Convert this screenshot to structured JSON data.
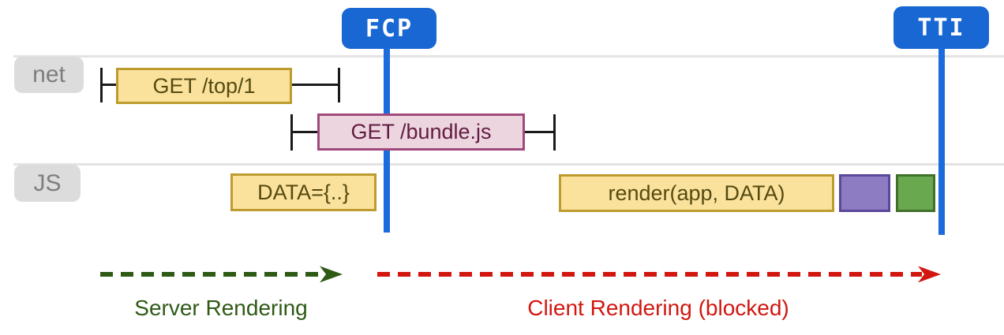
{
  "markers": {
    "fcp": {
      "label": "FCP"
    },
    "tti": {
      "label": "TTI"
    }
  },
  "tracks": {
    "net": {
      "label": "net"
    },
    "js": {
      "label": "JS"
    }
  },
  "requests": {
    "top": {
      "label": "GET /top/1"
    },
    "bundle": {
      "label": "GET /bundle.js"
    }
  },
  "tasks": {
    "data": {
      "label": "DATA={..}"
    },
    "render": {
      "label": "render(app, DATA)"
    }
  },
  "phases": {
    "server": {
      "label": "Server Rendering",
      "color": "#2e5a16"
    },
    "client": {
      "label": "Client Rendering (blocked)",
      "color": "#d11710"
    }
  },
  "colors": {
    "badge_blue": "#1967d2",
    "metric_line_blue": "#1a6bdb",
    "task_yellow_fill": "#fae29d",
    "task_yellow_border": "#bd9b2f",
    "request_pink_fill": "#edd5e0",
    "request_pink_border": "#a0497a",
    "task_purple_fill": "#8e7cc3",
    "task_green_fill": "#6aa84f",
    "track_label_gray": "#dcdcdc",
    "track_line_gray": "#e3e3e3"
  }
}
